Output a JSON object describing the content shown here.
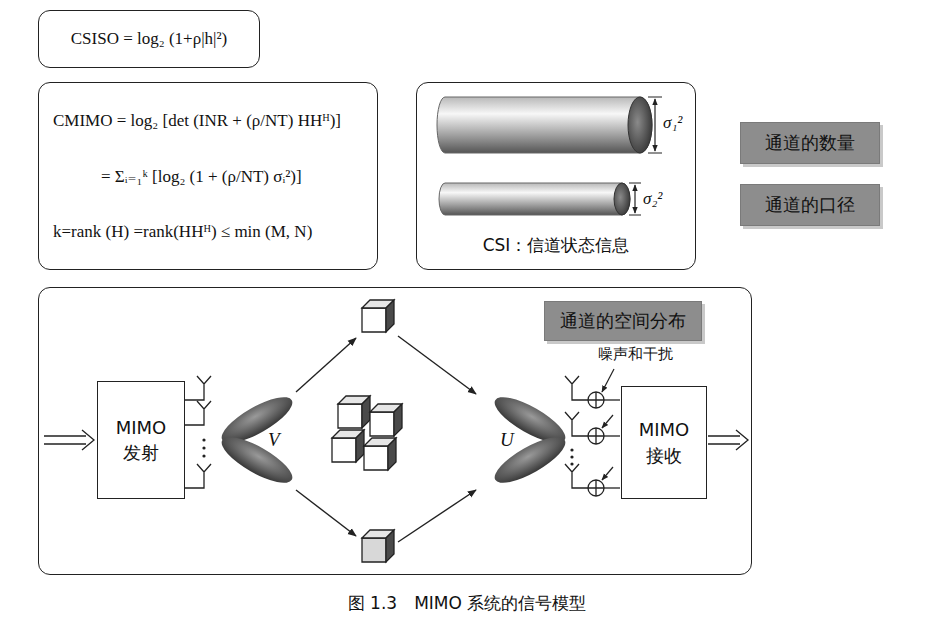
{
  "diagram": {
    "caption": "图 1.3　MIMO 系统的信号模型",
    "nodes": [
      {
        "text": [
          "CSISO = log₂ (1+ρ|h|²)"
        ]
      },
      {
        "text": [
          "CMIMO = log₂ [det (INR + (ρ/NT) HHᴴ)]",
          "= Σᵢ₌₁ᵏ [log₂ (1 + (ρ/NT) σᵢ²)]",
          "k=rank (H) =rank(HHᴴ) ≤ min (M, N)"
        ]
      },
      {
        "text": [
          "CSI：信道状态信息"
        ]
      },
      {
        "text": [
          "通道的数量"
        ]
      },
      {
        "text": [
          "通道的口径"
        ]
      },
      {
        "text": []
      },
      {
        "text": [
          "通道的空间分布"
        ],
        "in": 5
      },
      {
        "text": [
          "MIMO 发射"
        ],
        "in": 5
      },
      {
        "text": [
          "MIMO 接收"
        ],
        "in": 5
      }
    ],
    "labels": [
      "σ₁²",
      "σ₂²",
      "V",
      "U",
      "噪声和干扰"
    ]
  }
}
